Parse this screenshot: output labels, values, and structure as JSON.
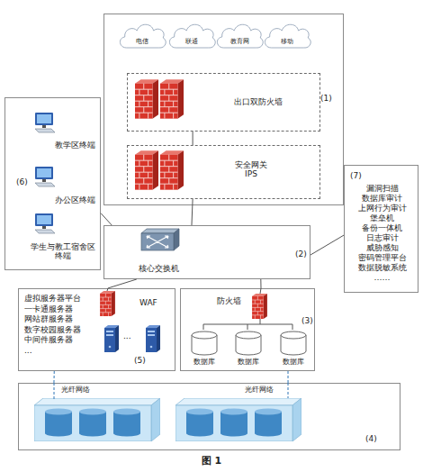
{
  "diagram": {
    "caption": "图 1",
    "nodes": [
      {
        "text": [
          "(1)"
        ]
      },
      {
        "text": [
          "电信"
        ],
        "in": 0
      },
      {
        "text": [
          "联通"
        ],
        "in": 0
      },
      {
        "text": [
          "教育网"
        ],
        "in": 0
      },
      {
        "text": [
          "移动"
        ],
        "in": 0
      },
      {
        "text": [
          "出口双防火墙"
        ],
        "in": 0
      },
      {
        "text": [
          "安全网关 IPS"
        ],
        "in": 0
      },
      {
        "text": [
          "教学区终端",
          "办公区终端",
          "学生与教工宿舍区终端",
          "(6)"
        ]
      },
      {
        "text": [
          "核心交换机",
          "(2)"
        ]
      },
      {
        "text": [
          "(7)",
          "漏洞扫描",
          "数据库审计",
          "上网行为审计",
          "堡垒机",
          "备份一体机",
          "日志审计",
          "威胁感知",
          "密码管理平台",
          "数据脱敏系统",
          "……"
        ]
      },
      {
        "text": [
          "虚拟服务器平台",
          "一卡通服务器",
          "网站群服务器",
          "数字校园服务器",
          "中间件服务器",
          "...",
          "WAF",
          "(5)"
        ]
      },
      {
        "text": [
          "防火墙",
          "(3)"
        ]
      },
      {
        "text": [
          "数据库"
        ],
        "in": 11
      },
      {
        "text": [
          "数据库"
        ],
        "in": 11
      },
      {
        "text": [
          "数据库"
        ],
        "in": 11
      },
      {
        "text": [
          "(4)"
        ]
      }
    ],
    "edges": [
      {
        "from": 5,
        "to": 6,
        "arrow": "none"
      },
      {
        "from": 6,
        "to": 8,
        "arrow": "none"
      },
      {
        "from": 7,
        "to": 8,
        "arrow": "none"
      },
      {
        "from": 8,
        "to": 9,
        "arrow": "none"
      },
      {
        "from": 8,
        "to": 10,
        "arrow": "none"
      },
      {
        "from": 8,
        "to": 11,
        "arrow": "none"
      },
      {
        "from": 10,
        "to": 15,
        "arrow": "none"
      },
      {
        "from": 11,
        "to": 15,
        "arrow": "none"
      }
    ],
    "labels": [
      "光纤网络",
      "光纤网络",
      "..."
    ]
  }
}
